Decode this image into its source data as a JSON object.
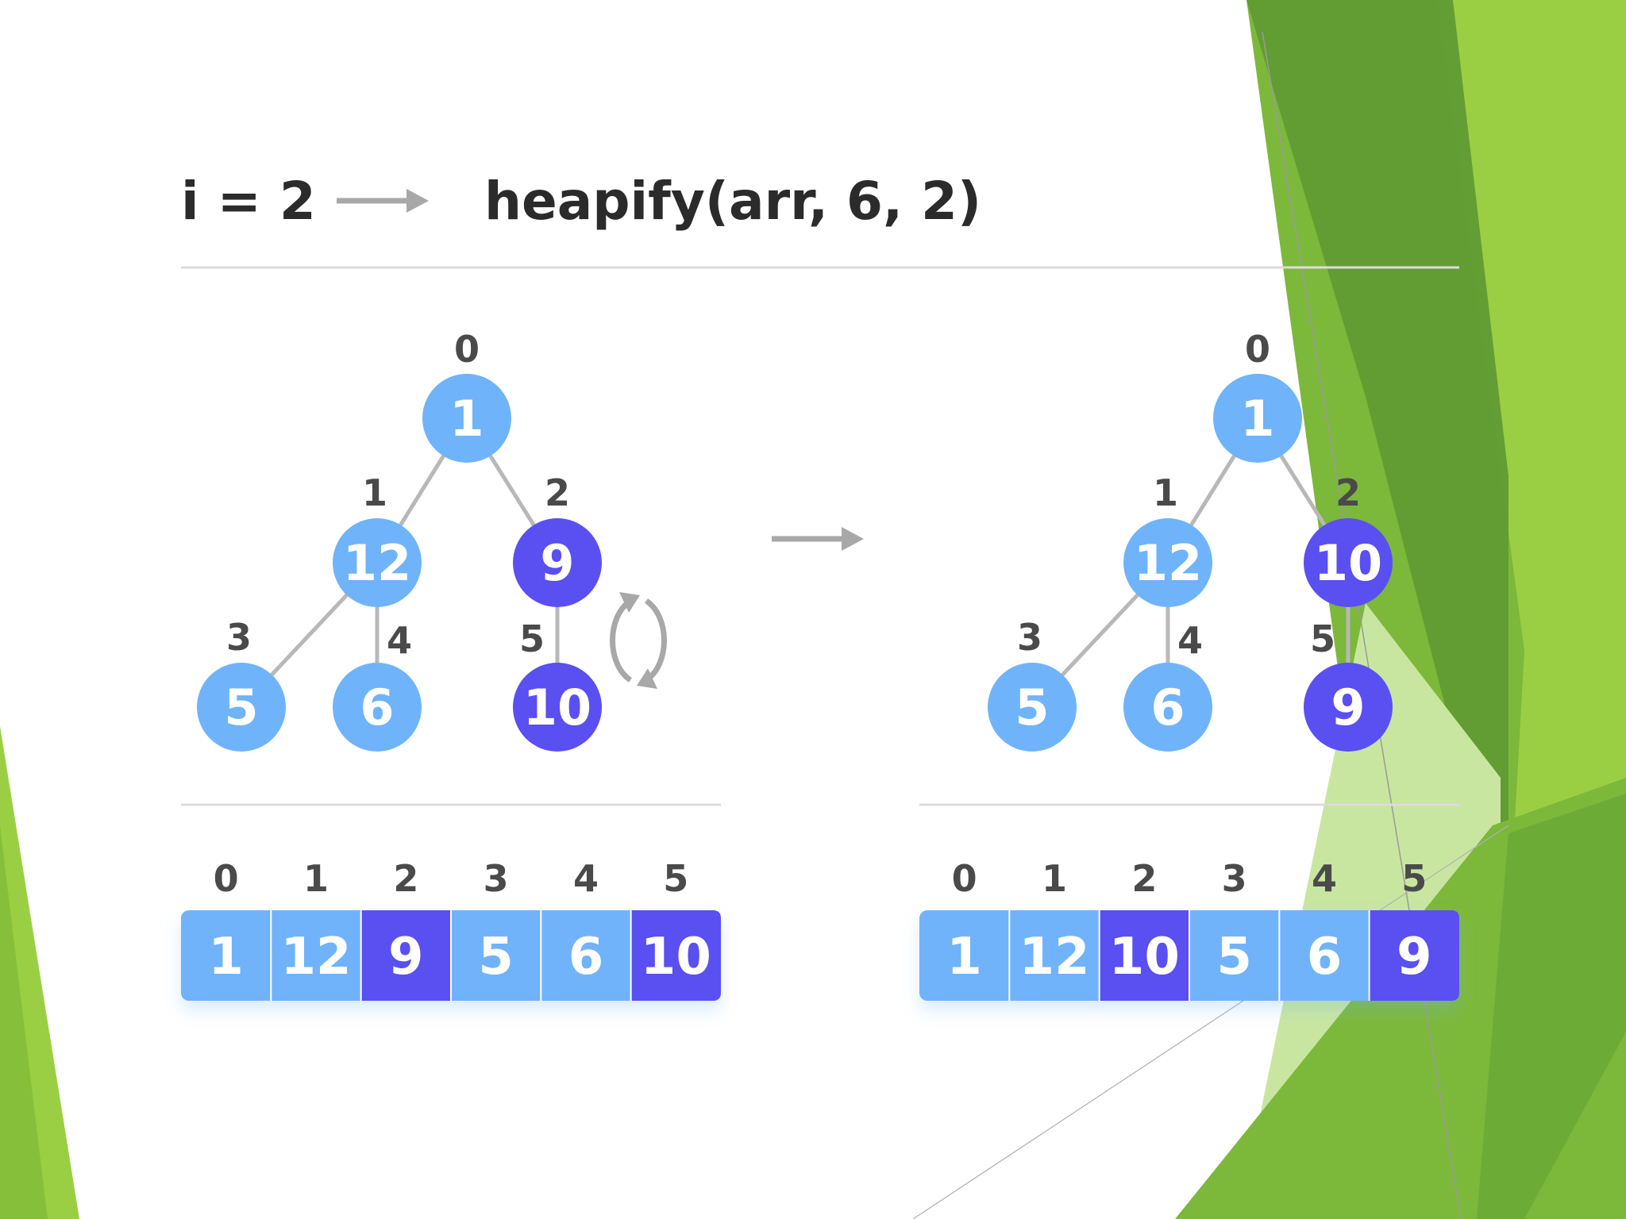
{
  "header": {
    "left_text": "i = 2",
    "right_text": "heapify(arr, 6, 2)"
  },
  "colors": {
    "light_node": "#6fb3fb",
    "dark_node": "#5a4ff0",
    "edge": "#b8b8b8",
    "index_text": "#4a4a4a",
    "value_text": "#ffffff",
    "arrow": "#a8a8a8",
    "divider": "#dcdcdc",
    "green_dark": "#5e9a33",
    "green_mid": "#7cb83a",
    "green_light": "#9bcf43",
    "green_pale": "#c9e6a0"
  },
  "trees": [
    {
      "name": "before",
      "nodes": [
        {
          "index": "0",
          "value": "1",
          "highlight": false
        },
        {
          "index": "1",
          "value": "12",
          "highlight": false
        },
        {
          "index": "2",
          "value": "9",
          "highlight": true
        },
        {
          "index": "3",
          "value": "5",
          "highlight": false
        },
        {
          "index": "4",
          "value": "6",
          "highlight": false
        },
        {
          "index": "5",
          "value": "10",
          "highlight": true
        }
      ],
      "swap_indicator": true
    },
    {
      "name": "after",
      "nodes": [
        {
          "index": "0",
          "value": "1",
          "highlight": false
        },
        {
          "index": "1",
          "value": "12",
          "highlight": false
        },
        {
          "index": "2",
          "value": "10",
          "highlight": true
        },
        {
          "index": "3",
          "value": "5",
          "highlight": false
        },
        {
          "index": "4",
          "value": "6",
          "highlight": false
        },
        {
          "index": "5",
          "value": "9",
          "highlight": true
        }
      ],
      "swap_indicator": false
    }
  ],
  "arrays": [
    {
      "name": "before",
      "cells": [
        {
          "index": "0",
          "value": "1",
          "highlight": false
        },
        {
          "index": "1",
          "value": "12",
          "highlight": false
        },
        {
          "index": "2",
          "value": "9",
          "highlight": true
        },
        {
          "index": "3",
          "value": "5",
          "highlight": false
        },
        {
          "index": "4",
          "value": "6",
          "highlight": false
        },
        {
          "index": "5",
          "value": "10",
          "highlight": true
        }
      ]
    },
    {
      "name": "after",
      "cells": [
        {
          "index": "0",
          "value": "1",
          "highlight": false
        },
        {
          "index": "1",
          "value": "12",
          "highlight": false
        },
        {
          "index": "2",
          "value": "10",
          "highlight": true
        },
        {
          "index": "3",
          "value": "5",
          "highlight": false
        },
        {
          "index": "4",
          "value": "6",
          "highlight": false
        },
        {
          "index": "5",
          "value": "9",
          "highlight": true
        }
      ]
    }
  ]
}
